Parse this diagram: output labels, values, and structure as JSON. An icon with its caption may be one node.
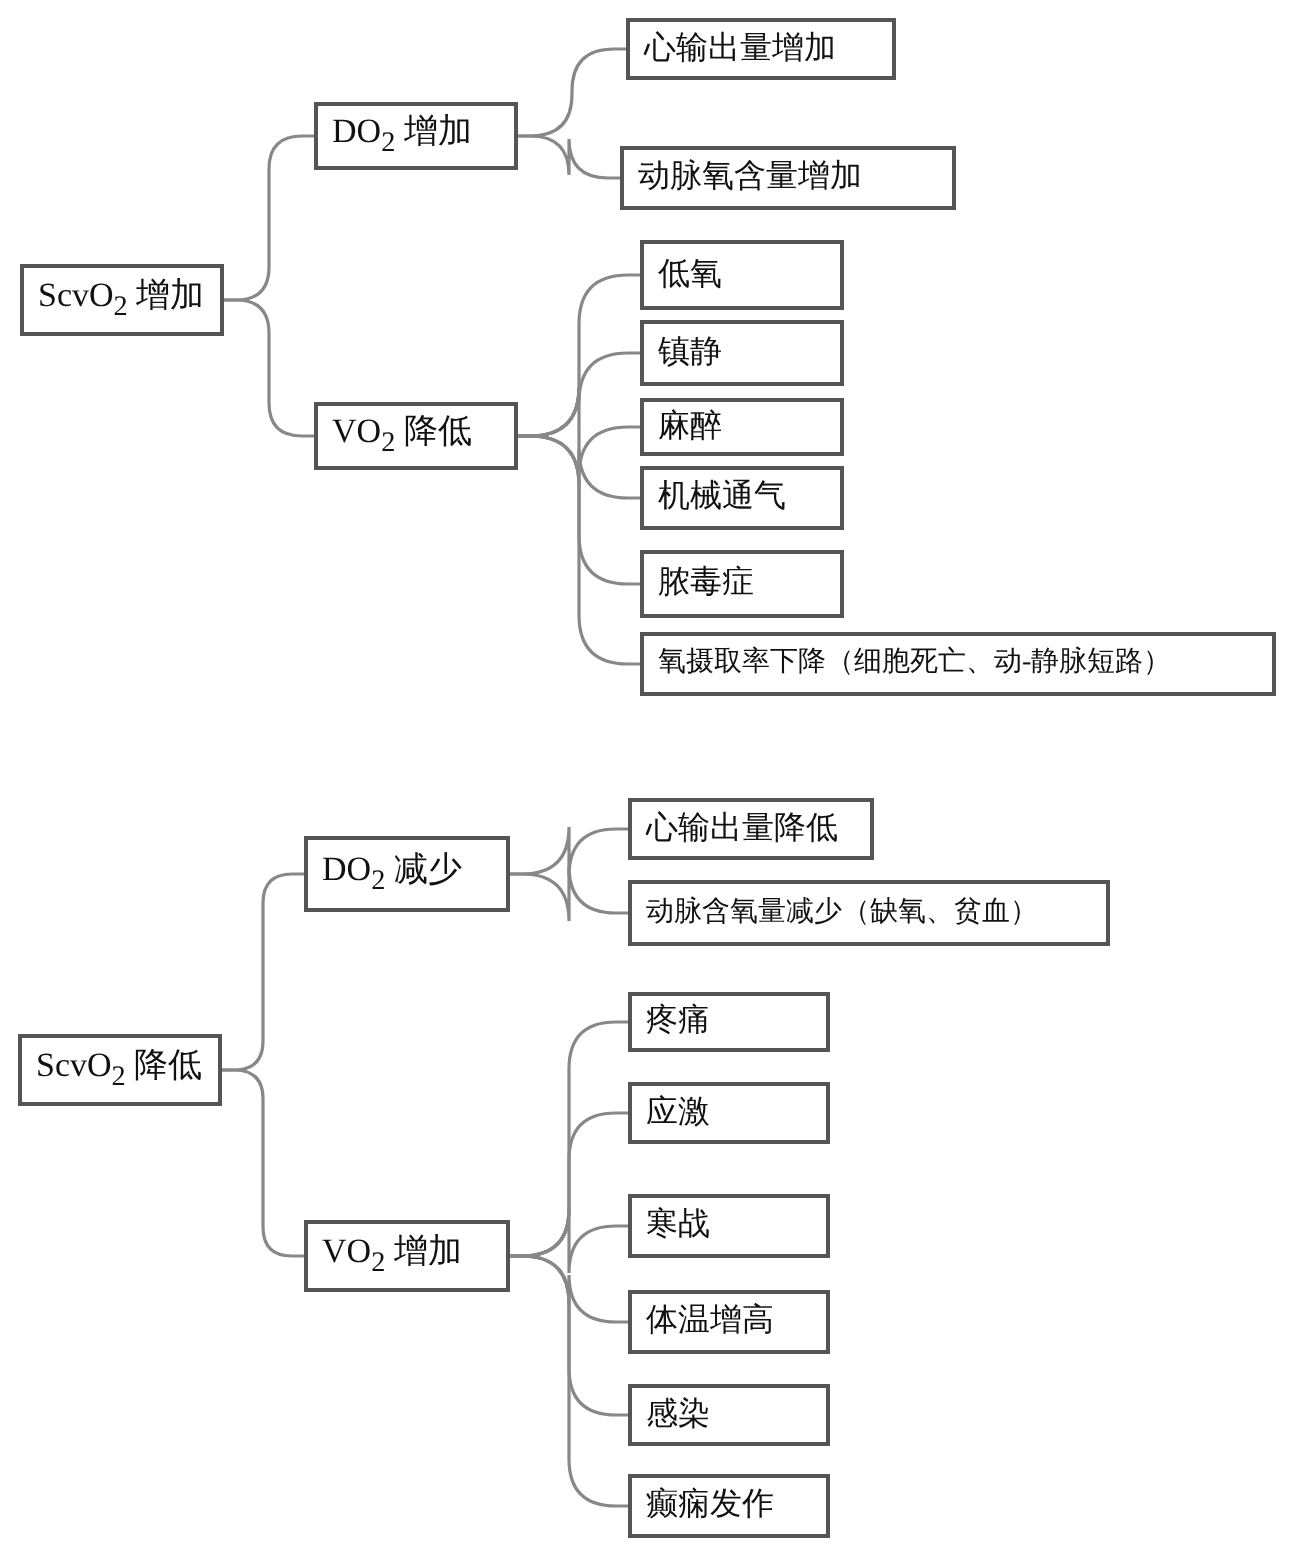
{
  "diagram": {
    "nodes": [
      {
        "text": [
          "ScvO$_{2}$ 增加"
        ]
      },
      {
        "text": [
          "DO$_{2}$ 增加"
        ]
      },
      {
        "text": [
          "心输出量增加"
        ]
      },
      {
        "text": [
          "动脉氧含量增加"
        ]
      },
      {
        "text": [
          "VO$_{2}$ 降低"
        ]
      },
      {
        "text": [
          "低氧"
        ]
      },
      {
        "text": [
          "镇静"
        ]
      },
      {
        "text": [
          "麻醉"
        ]
      },
      {
        "text": [
          "机械通气"
        ]
      },
      {
        "text": [
          "脓毒症"
        ]
      },
      {
        "text": [
          "氧摄取率下降（细胞死亡、动-静脉短路）"
        ]
      },
      {
        "text": [
          "ScvO$_{2}$ 降低"
        ]
      },
      {
        "text": [
          "DO$_{2}$ 减少"
        ]
      },
      {
        "text": [
          "心输出量降低"
        ]
      },
      {
        "text": [
          "动脉含氧量减少（缺氧、贫血）"
        ]
      },
      {
        "text": [
          "VO$_{2}$ 增加"
        ]
      },
      {
        "text": [
          "疼痛"
        ]
      },
      {
        "text": [
          "应激"
        ]
      },
      {
        "text": [
          "寒战"
        ]
      },
      {
        "text": [
          "体温增高"
        ]
      },
      {
        "text": [
          "感染"
        ]
      },
      {
        "text": [
          "癫痫发作"
        ]
      }
    ],
    "edges": [
      {
        "from": 0,
        "to": 1,
        "arrow": "none"
      },
      {
        "from": 0,
        "to": 4,
        "arrow": "none"
      },
      {
        "from": 1,
        "to": 2,
        "arrow": "none"
      },
      {
        "from": 1,
        "to": 3,
        "arrow": "none"
      },
      {
        "from": 4,
        "to": 5,
        "arrow": "none"
      },
      {
        "from": 4,
        "to": 6,
        "arrow": "none"
      },
      {
        "from": 4,
        "to": 7,
        "arrow": "none"
      },
      {
        "from": 4,
        "to": 8,
        "arrow": "none"
      },
      {
        "from": 4,
        "to": 9,
        "arrow": "none"
      },
      {
        "from": 4,
        "to": 10,
        "arrow": "none"
      },
      {
        "from": 11,
        "to": 12,
        "arrow": "none"
      },
      {
        "from": 11,
        "to": 15,
        "arrow": "none"
      },
      {
        "from": 12,
        "to": 13,
        "arrow": "none"
      },
      {
        "from": 12,
        "to": 14,
        "arrow": "none"
      },
      {
        "from": 15,
        "to": 16,
        "arrow": "none"
      },
      {
        "from": 15,
        "to": 17,
        "arrow": "none"
      },
      {
        "from": 15,
        "to": 18,
        "arrow": "none"
      },
      {
        "from": 15,
        "to": 19,
        "arrow": "none"
      },
      {
        "from": 15,
        "to": 20,
        "arrow": "none"
      },
      {
        "from": 15,
        "to": 21,
        "arrow": "none"
      }
    ]
  }
}
